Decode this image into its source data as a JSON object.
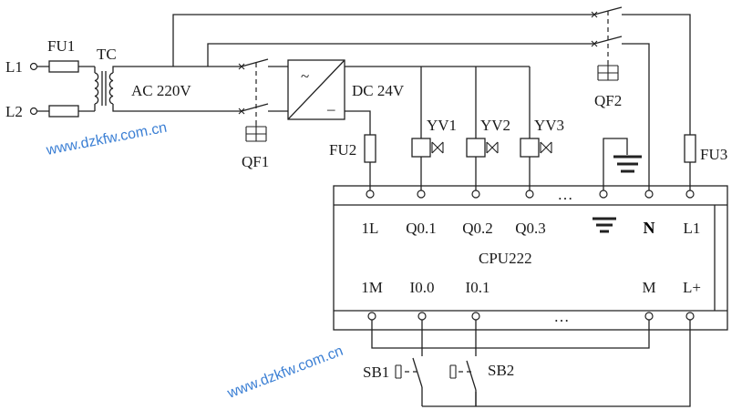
{
  "labels": {
    "l1": "L1",
    "l2": "L2",
    "fu1": "FU1",
    "tc": "TC",
    "ac": "AC 220V",
    "dc": "DC 24V",
    "qf1": "QF1",
    "qf2": "QF2",
    "fu2": "FU2",
    "fu3": "FU3",
    "yv1": "YV1",
    "yv2": "YV2",
    "yv3": "YV3",
    "sb1": "SB1",
    "sb2": "SB2",
    "cpu": "CPU222"
  },
  "plc_top_terminals": [
    "1L",
    "Q0.1",
    "Q0.2",
    "Q0.3",
    "…",
    "",
    "N",
    "L1"
  ],
  "plc_bottom_terminals": [
    "1M",
    "I0.0",
    "I0.1",
    "…",
    "M",
    "L+"
  ],
  "psu_symbols": {
    "ac": "~",
    "dc": "–"
  },
  "watermark": "www.dzkfw.com.cn",
  "colors": {
    "line": "#222222",
    "watermark": "#3b7fd4"
  }
}
